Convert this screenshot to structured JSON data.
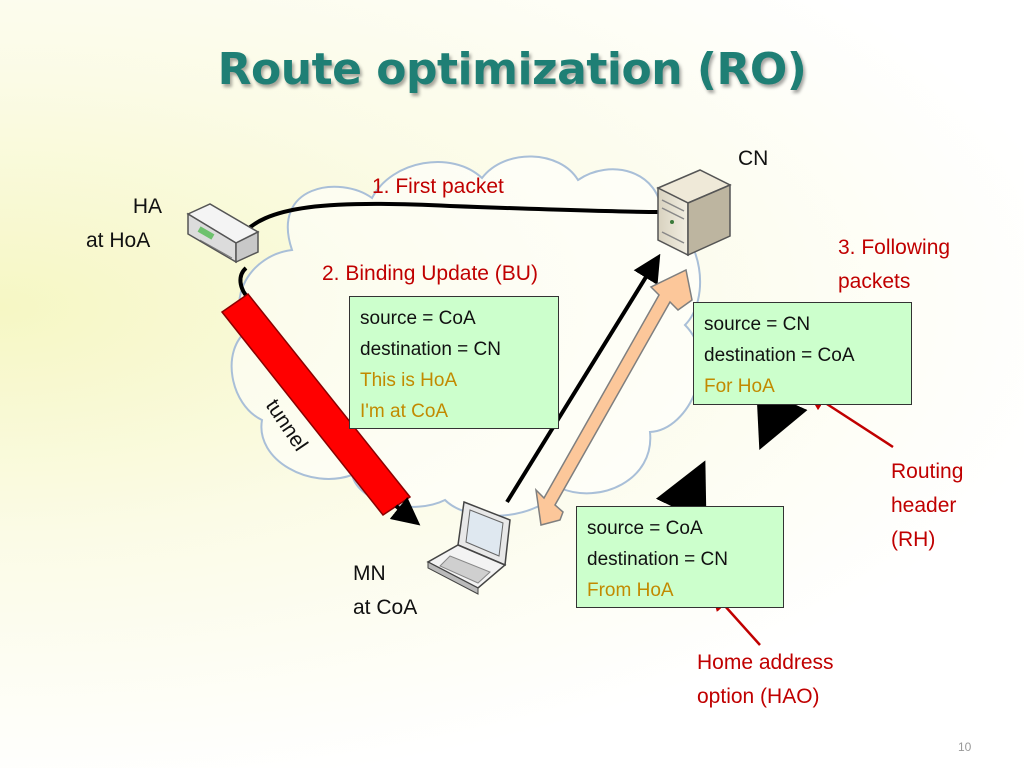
{
  "title": "Route optimization (RO)",
  "nodes": {
    "ha": {
      "name": "HA",
      "sub": "at HoA"
    },
    "cn": {
      "name": "CN"
    },
    "mn": {
      "name": "MN",
      "sub": "at CoA"
    }
  },
  "steps": {
    "first_packet": "1. First packet",
    "binding_update": "2. Binding Update (BU)",
    "following_line1": "3. Following",
    "following_line2": "packets"
  },
  "tunnel": "tunnel",
  "boxes": {
    "bu": [
      "source = CoA",
      "destination = CN",
      "This is HoA",
      "I'm at CoA"
    ],
    "cn_to_mn": [
      "source = CN",
      "destination = CoA",
      "For HoA"
    ],
    "mn_to_cn": [
      "source = CoA",
      "destination = CN",
      "From HoA"
    ]
  },
  "annotations": {
    "rh": [
      "Routing",
      "header",
      "(RH)"
    ],
    "hao": [
      "Home address",
      "option (HAO)"
    ]
  },
  "page_number": "10",
  "colors": {
    "title": "#1f7f75",
    "red_text": "#c00000",
    "highlight_text": "#c28a00",
    "box_fill": "#ccffcc",
    "tunnel": "#ff0000",
    "double_arrow": "#fcc79a"
  }
}
